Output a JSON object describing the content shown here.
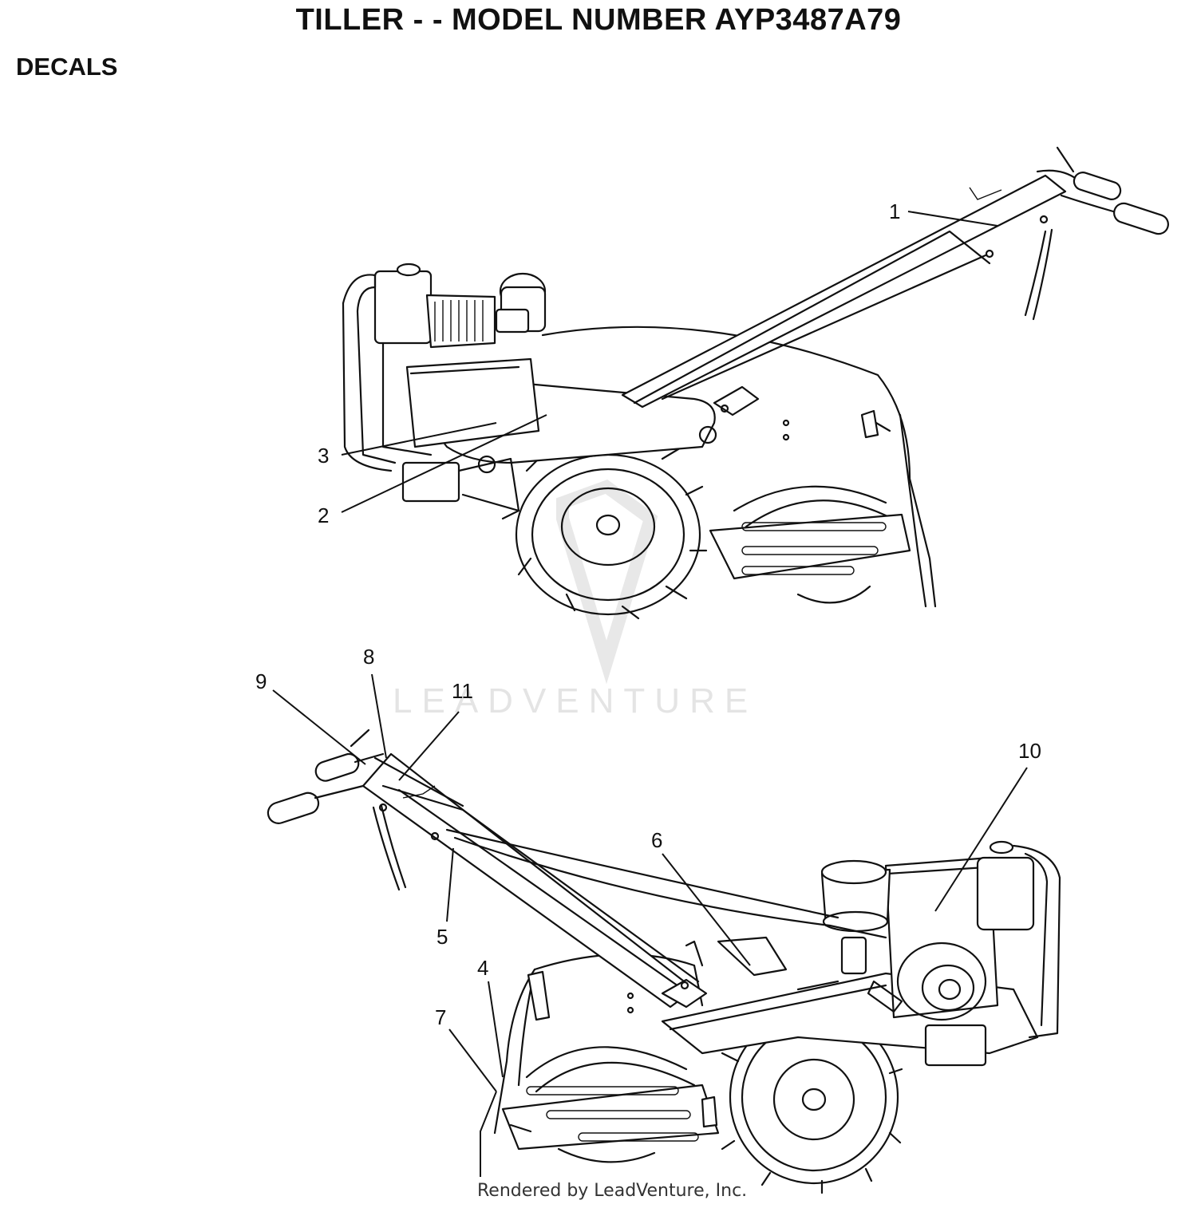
{
  "header": {
    "title": "TILLER - - MODEL NUMBER AYP3487A79",
    "section": "DECALS"
  },
  "callouts": {
    "c1": "1",
    "c2": "2",
    "c3": "3",
    "c4": "4",
    "c5": "5",
    "c6": "6",
    "c7": "7",
    "c8": "8",
    "c9": "9",
    "c10": "10",
    "c11": "11"
  },
  "watermark": {
    "text": "LEADVENTURE"
  },
  "footer": {
    "text": "Rendered by LeadVenture, Inc."
  }
}
